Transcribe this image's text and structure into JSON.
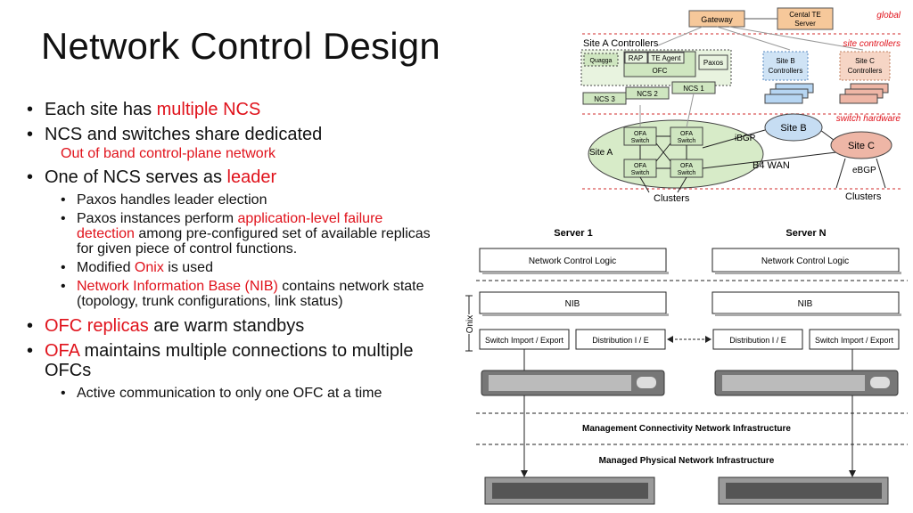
{
  "slide": {
    "title": "Network Control Design"
  },
  "bullets": {
    "b1_pre": "Each site has ",
    "b1_red": "multiple NCS",
    "b2": "NCS and switches share dedicated",
    "b2_sub": "Out of band control-plane network",
    "b3_pre": "One of NCS serves as ",
    "b3_red": "leader",
    "b3a": "Paxos handles leader election",
    "b3b_pre": "Paxos instances perform ",
    "b3b_red": "application-level failure detection",
    "b3b_post": " among pre-configured set of available replicas for given piece of control functions.",
    "b3c_pre": "Modified ",
    "b3c_red": "Onix",
    "b3c_post": "  is used",
    "b3d_red": "Network Information Base (NIB)",
    "b3d_post": " contains network state (topology, trunk configurations, link status)",
    "b4_red": "OFC replicas",
    "b4_post": " are warm standbys",
    "b5_red": "OFA",
    "b5_post": " maintains multiple connections to multiple OFCs",
    "b5a": "Active communication to only one OFC at a time"
  },
  "top_diagram": {
    "gateway": "Gateway",
    "central_te_1": "Cental TE",
    "central_te_2": "Server",
    "global": "global",
    "site_a_controllers": "Site A Controllers",
    "site_controllers": "site controllers",
    "quagga": "Quagga",
    "rap": "RAP",
    "te_agent": "TE Agent",
    "paxos": "Paxos",
    "ofc": "OFC",
    "site_b_1": "Site B",
    "site_b_2": "Controllers",
    "site_c_1": "Site C",
    "site_c_2": "Controllers",
    "ncs1": "NCS 1",
    "ncs2": "NCS 2",
    "ncs3": "NCS 3",
    "switch_hardware": "switch hardware",
    "ofa": "OFA",
    "switch": "Switch",
    "site_a": "Site A",
    "site_b": "Site B",
    "site_c": "Site C",
    "ibgp": "iBGP",
    "ebgp": "eBGP",
    "b4_wan": "B4 WAN",
    "clusters": "Clusters"
  },
  "bottom_diagram": {
    "server1": "Server 1",
    "serverN": "Server N",
    "ncl": "Network Control Logic",
    "nib": "NIB",
    "onix": "Onix",
    "switch_ie": "Switch Import / Export",
    "dist_ie": "Distribution I / E",
    "mgmt": "Management Connectivity Network Infrastructure",
    "phys": "Managed Physical Network Infrastructure"
  },
  "colors": {
    "accent_red": "#e0121b",
    "text": "#111111"
  }
}
